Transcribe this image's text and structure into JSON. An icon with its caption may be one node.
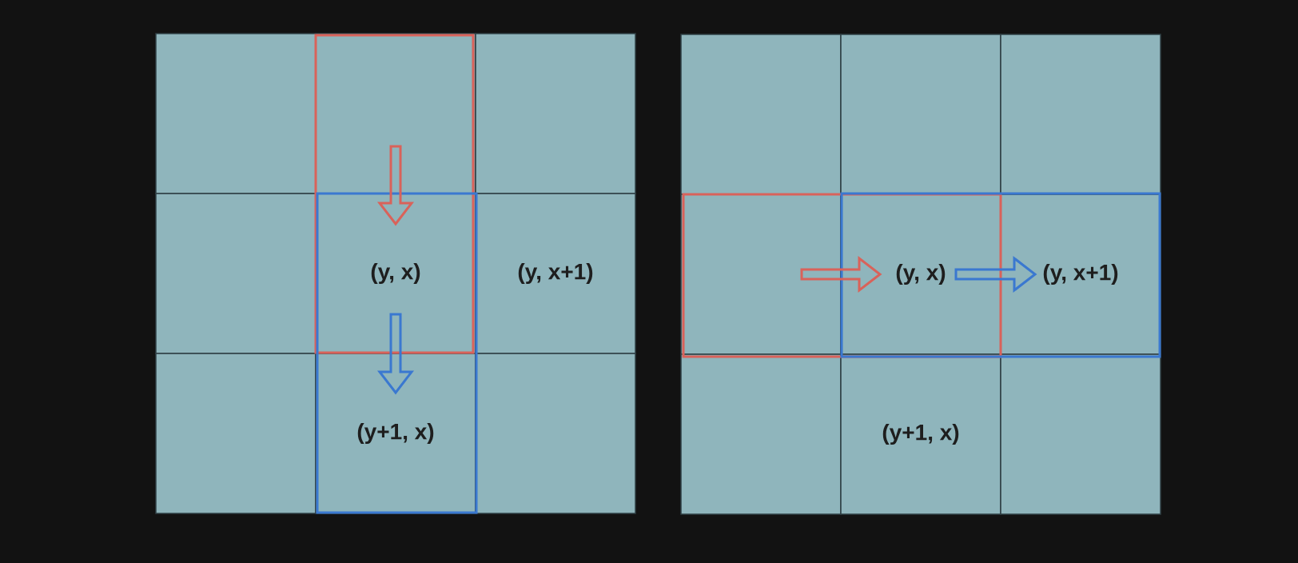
{
  "diagram": {
    "nodes": [
      {
        "text": [],
        "shape": "box"
      },
      {
        "text": [],
        "shape": "box"
      },
      {
        "text": [],
        "shape": "box"
      },
      {
        "text": [],
        "shape": "box"
      },
      {
        "text": [
          "(y, x)"
        ]
      },
      {
        "text": [
          "(y, x+1)"
        ]
      },
      {
        "text": [],
        "shape": "box"
      },
      {
        "text": [
          "(y+1, x)"
        ]
      },
      {
        "text": [],
        "shape": "box"
      },
      {
        "text": [],
        "shape": "box"
      },
      {
        "text": [],
        "shape": "box"
      },
      {
        "text": [],
        "shape": "box"
      },
      {
        "text": [],
        "shape": "box"
      },
      {
        "text": [
          "(y, x)"
        ]
      },
      {
        "text": [
          "(y, x+1)"
        ]
      },
      {
        "text": [],
        "shape": "box"
      },
      {
        "text": [
          "(y+1, x)"
        ]
      },
      {
        "text": [],
        "shape": "box"
      }
    ],
    "edges": [
      {
        "from": 1,
        "to": 4,
        "arrow": "to",
        "color": "#d9625a"
      },
      {
        "from": 4,
        "to": 7,
        "arrow": "to",
        "color": "#3a78d0"
      },
      {
        "from": 12,
        "to": 13,
        "arrow": "to",
        "color": "#d9625a"
      },
      {
        "from": 13,
        "to": 14,
        "arrow": "to",
        "color": "#3a78d0"
      }
    ]
  }
}
